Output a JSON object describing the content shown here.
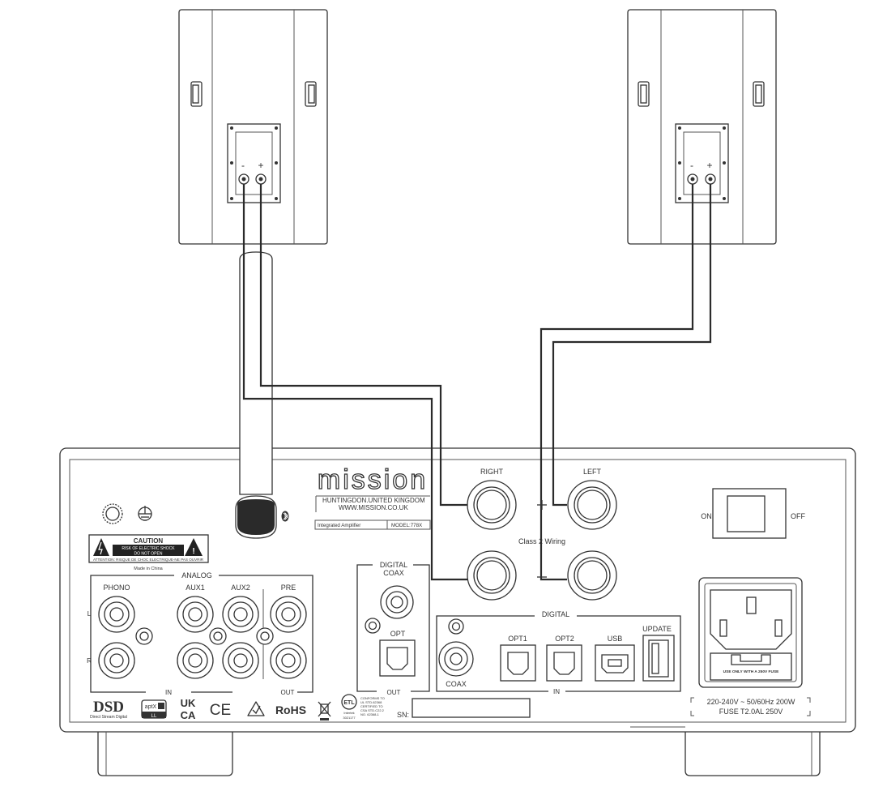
{
  "brand": {
    "logo": "mission",
    "address1": "HUNTINGDON.UNITED KINGDOM",
    "address2": "WWW.MISSION.CO.UK",
    "product": "Integrated Amplifier",
    "model": "MODEL:778X"
  },
  "speakers": {
    "left_minus": "-",
    "left_plus": "+",
    "right_minus": "-",
    "right_plus": "+"
  },
  "outputs": {
    "right": "RIGHT",
    "left": "LEFT",
    "wiring": "Class 2 Wiring"
  },
  "caution": {
    "title": "CAUTION",
    "line1": "RISK OF ELECTRIC SHOCK",
    "line2": "DO NOT OPEN",
    "line3": "ATTENTION: RISQUE DE CHOC ELECTRIQUE-NE PAS OUVRIR",
    "made_in": "Made in China"
  },
  "analog": {
    "title": "ANALOG",
    "phono": "PHONO",
    "aux1": "AUX1",
    "aux2": "AUX2",
    "pre": "PRE",
    "in": "IN",
    "out": "OUT",
    "l": "L",
    "r": "R"
  },
  "digital_out": {
    "title1": "DIGITAL",
    "title2": "COAX",
    "opt": "OPT",
    "out": "OUT"
  },
  "digital_in": {
    "title": "DIGITAL",
    "opt1": "OPT1",
    "opt2": "OPT2",
    "usb": "USB",
    "update": "UPDATE",
    "coax": "COAX",
    "in": "IN"
  },
  "power": {
    "on": "ON",
    "off": "OFF",
    "fuse_label": "USE ONLY WITH A 250V FUSE",
    "rating1": "220-240V ~ 50/60Hz 200W",
    "rating2": "FUSE T2.0AL 250V"
  },
  "logos": {
    "dsd": "DSD",
    "dsd_sub": "Direct Stream Digital",
    "aptx": "aptX",
    "aptx_sub": "LL",
    "ukca1": "UK",
    "ukca2": "CA",
    "ce": "CE",
    "rohs": "RoHS",
    "etl1": "CONFORMS TO",
    "etl2": "UL STD.62368",
    "etl3": "CERTIFIED TO",
    "etl4": "CSA STD.C22.2",
    "etl5": "NO. 62368-1",
    "etl6": "Intertek",
    "etl7": "3021177"
  },
  "serial": {
    "label": "SN:"
  },
  "icons": {
    "ground": "ground-icon",
    "bluetooth": "bluetooth-icon",
    "warning": "warning-icon",
    "weee": "weee-bin-icon",
    "check": "check-triangle-icon"
  }
}
